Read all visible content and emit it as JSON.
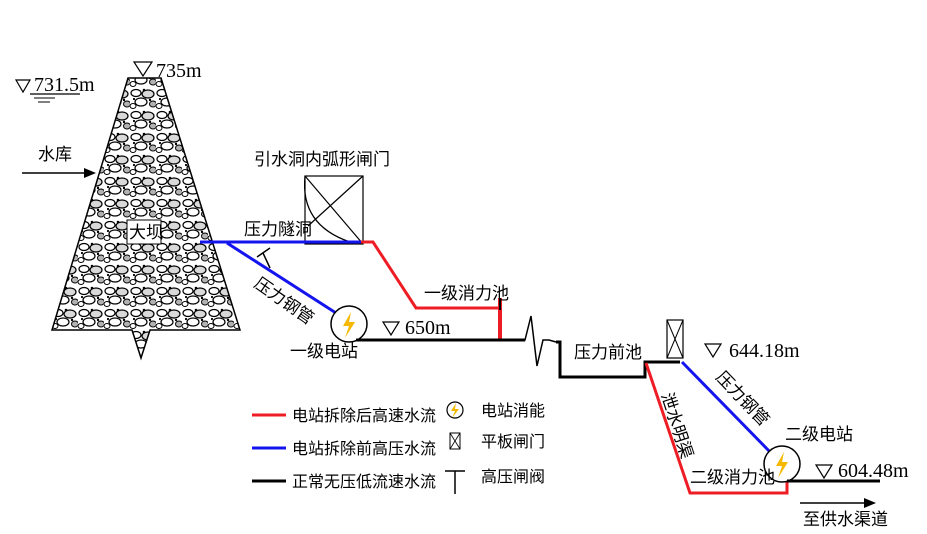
{
  "elevations": {
    "reservoir_level": "731.5m",
    "dam_crest": "735m",
    "station1": "650m",
    "forebay": "644.18m",
    "outlet": "604.48m"
  },
  "labels": {
    "reservoir": "水库",
    "dam": "大坝",
    "radial_gate": "引水洞内弧形闸门",
    "pressure_tunnel": "压力隧洞",
    "penstock1": "压力钢管",
    "station1": "一级电站",
    "basin1": "一级消力池",
    "forebay": "压力前池",
    "open_channel": "泄水明渠",
    "penstock2": "压力钢管",
    "station2": "二级电站",
    "basin2": "二级消力池",
    "to_canal": "至供水渠道"
  },
  "legend": {
    "red": "电站拆除后高速水流",
    "blue": "电站拆除前高压水流",
    "black": "正常无压低流速水流",
    "station_symbol": "电站消能",
    "flat_gate": "平板闸门",
    "valve": "高压闸阀"
  },
  "colors": {
    "red": "#ee1c24",
    "blue": "#1414ee",
    "black": "#000000",
    "station_fill": "#f5b800"
  },
  "icons": [
    "dam-rubble-hatch",
    "lightning-icon",
    "flat-gate-icon",
    "valve-icon",
    "radial-gate-icon",
    "water-level-triangle-icon",
    "flow-arrow-icon"
  ]
}
